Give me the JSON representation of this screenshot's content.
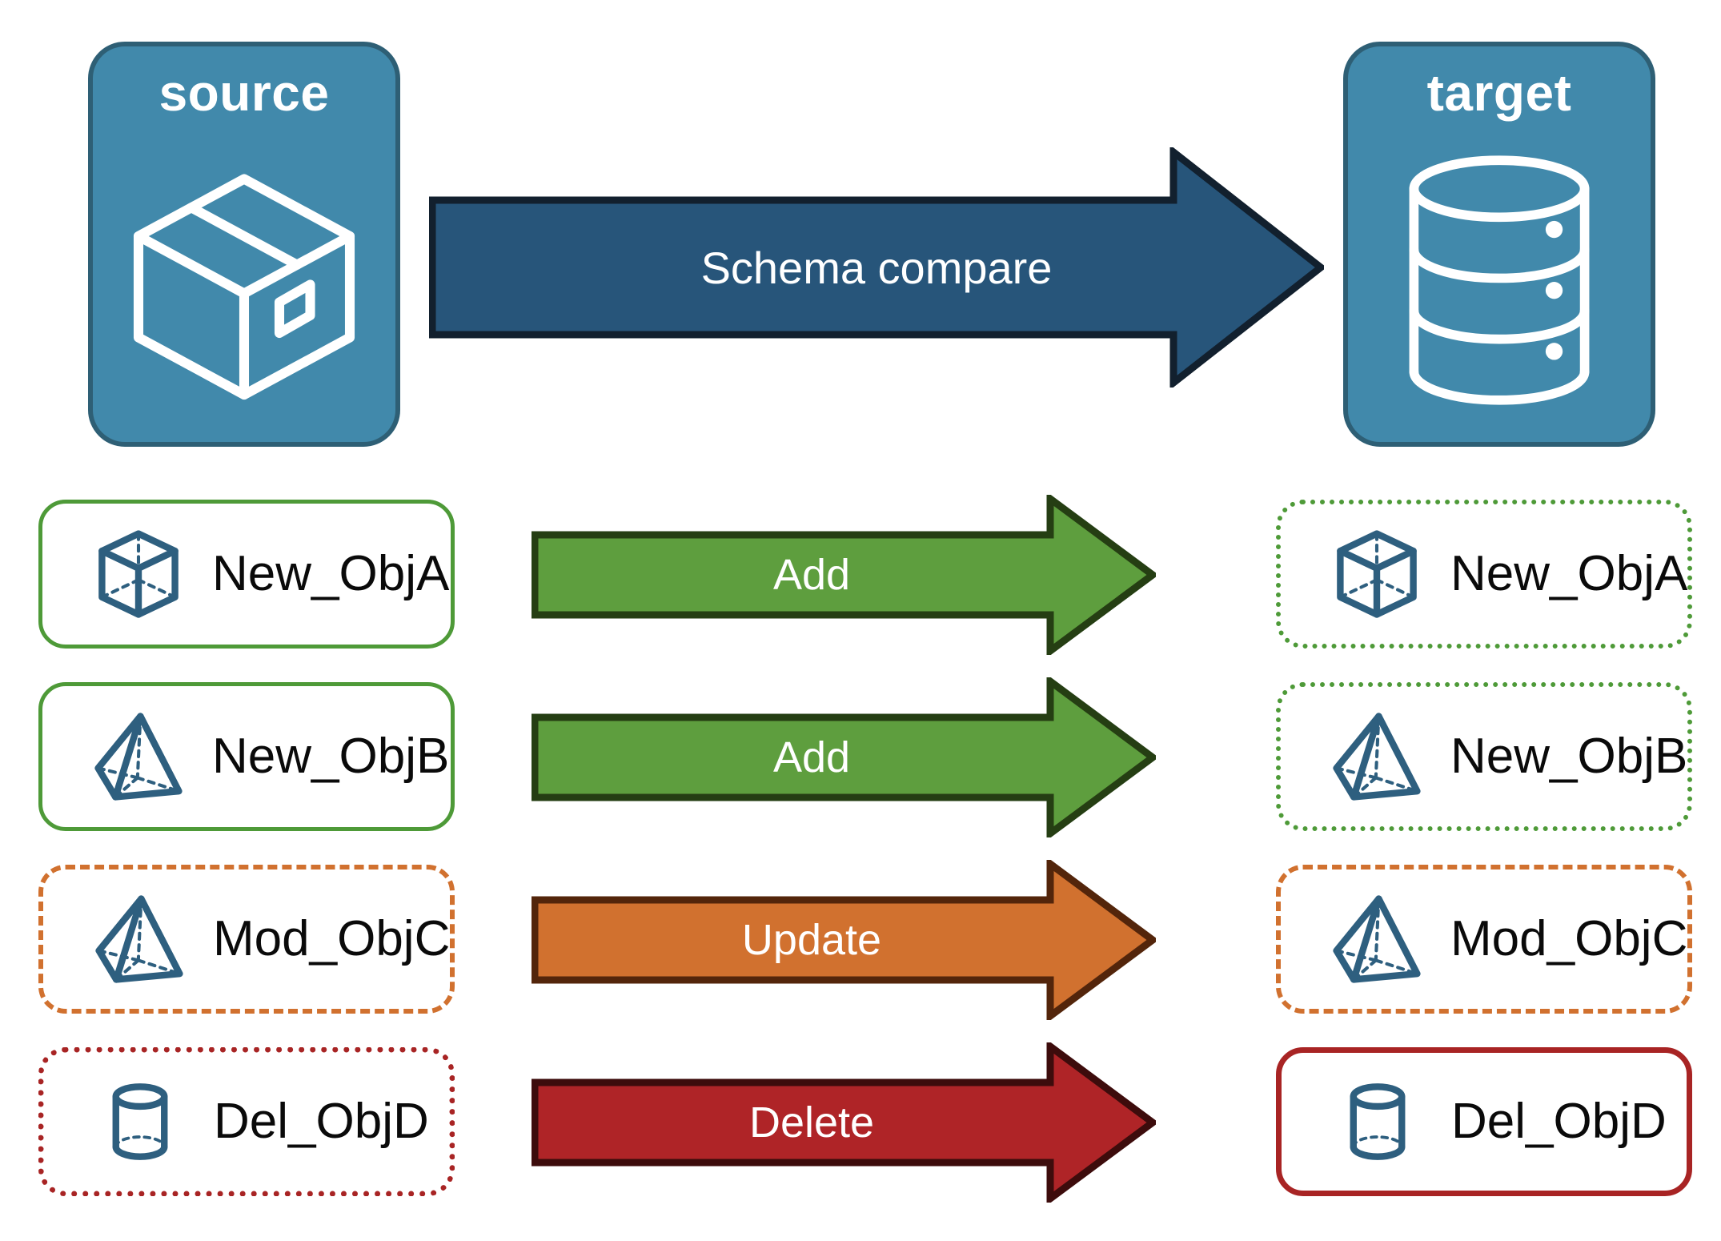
{
  "diagram": {
    "title": "Schema compare",
    "background": "#ffffff"
  },
  "endpoints": {
    "source": {
      "label": "source",
      "icon": "package-box-icon",
      "fill": "#4189AB",
      "stroke": "#2E5F75"
    },
    "target": {
      "label": "target",
      "icon": "database-cylinder-icon",
      "fill": "#4189AB",
      "stroke": "#2E5F75"
    }
  },
  "compare_arrow": {
    "label": "Schema compare",
    "fill": "#27557A",
    "stroke": "#12202E",
    "direction": "right"
  },
  "colors": {
    "blue_fill": "#4189AB",
    "blue_stroke": "#2E5F75",
    "arrow_blue": "#27557A",
    "arrow_blue_outline": "#12202E",
    "add_green": "#5E9E3E",
    "add_green_outline": "#253E13",
    "update_orange": "#D1712F",
    "update_orange_outline": "#53250B",
    "delete_red": "#AF2427",
    "delete_red_outline": "#3D0C0C",
    "icon_navy": "#2E5F7F",
    "border_green": "#4E9A38",
    "border_orange": "#D1712F",
    "border_red": "#A82424",
    "text_black": "#0a0a0a",
    "text_white": "#ffffff"
  },
  "rows": [
    {
      "action": "Add",
      "arrow_fill": "#5E9E3E",
      "arrow_outline": "#253E13",
      "source": {
        "name": "New_ObjA",
        "icon": "wireframe-cube-icon",
        "border_style": "solid",
        "border_color": "#4E9A38"
      },
      "target": {
        "name": "New_ObjA",
        "icon": "wireframe-cube-icon",
        "border_style": "dotted",
        "border_color": "#4E9A38"
      }
    },
    {
      "action": "Add",
      "arrow_fill": "#5E9E3E",
      "arrow_outline": "#253E13",
      "source": {
        "name": "New_ObjB",
        "icon": "wireframe-pyramid-icon",
        "border_style": "solid",
        "border_color": "#4E9A38"
      },
      "target": {
        "name": "New_ObjB",
        "icon": "wireframe-pyramid-icon",
        "border_style": "dotted",
        "border_color": "#4E9A38"
      }
    },
    {
      "action": "Update",
      "arrow_fill": "#D1712F",
      "arrow_outline": "#53250B",
      "source": {
        "name": "Mod_ObjC",
        "icon": "wireframe-pyramid-icon",
        "border_style": "dashed",
        "border_color": "#D1712F"
      },
      "target": {
        "name": "Mod_ObjC",
        "icon": "wireframe-pyramid-icon",
        "border_style": "dashed",
        "border_color": "#D1712F"
      }
    },
    {
      "action": "Delete",
      "arrow_fill": "#AF2427",
      "arrow_outline": "#3D0C0C",
      "source": {
        "name": "Del_ObjD",
        "icon": "wireframe-cylinder-icon",
        "border_style": "dotted",
        "border_color": "#A82424"
      },
      "target": {
        "name": "Del_ObjD",
        "icon": "wireframe-cylinder-icon",
        "border_style": "solid",
        "border_color": "#A82424"
      }
    }
  ]
}
